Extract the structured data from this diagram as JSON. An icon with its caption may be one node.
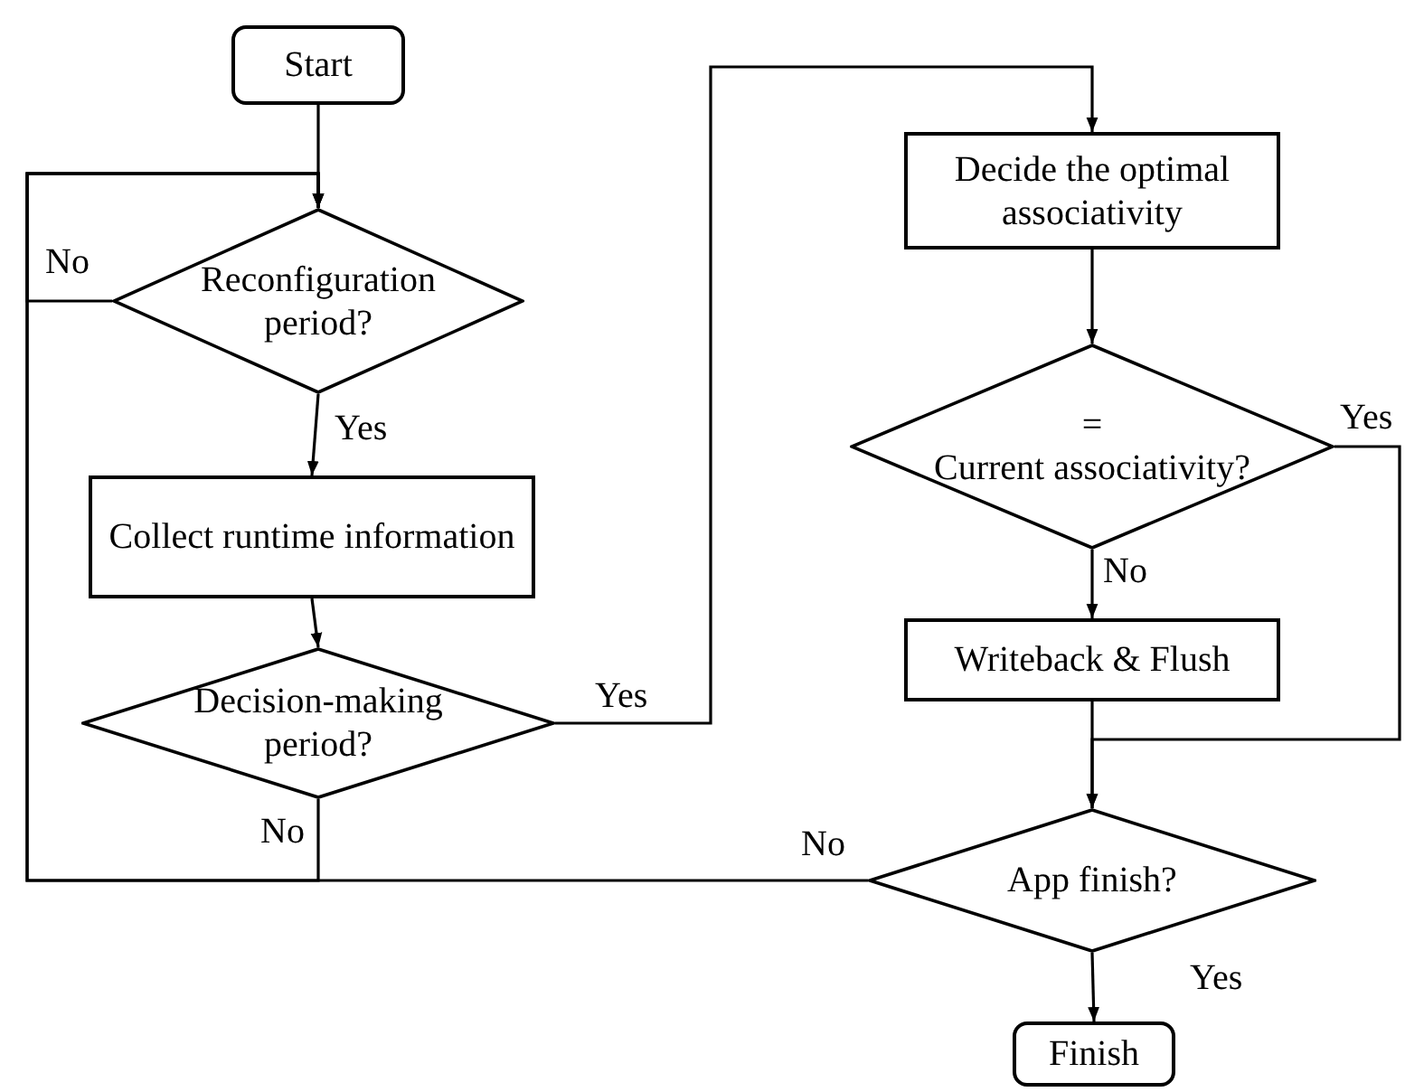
{
  "diagram": {
    "nodes": [
      {
        "text": [
          "Start"
        ]
      },
      {
        "text": [
          "Reconfiguration period?"
        ]
      },
      {
        "text": [
          "Collect runtime information"
        ]
      },
      {
        "text": [
          "Decision-making period?"
        ]
      },
      {
        "text": [
          "Decide the optimal associativity"
        ]
      },
      {
        "text": [
          "=",
          "Current associativity?"
        ]
      },
      {
        "text": [
          "Writeback & Flush"
        ]
      },
      {
        "text": [
          "App finish?"
        ]
      },
      {
        "text": [
          "Finish"
        ]
      }
    ],
    "edges": [
      {
        "from": 0,
        "to": 1,
        "arrow": "to"
      },
      {
        "from": 1,
        "to": 2,
        "arrow": "to",
        "label": "Yes"
      },
      {
        "from": 2,
        "to": 3,
        "arrow": "to"
      },
      {
        "from": 3,
        "to": 4,
        "arrow": "to",
        "label": "Yes"
      },
      {
        "from": 4,
        "to": 5,
        "arrow": "to"
      },
      {
        "from": 5,
        "to": 6,
        "arrow": "to",
        "label": "No"
      },
      {
        "from": 6,
        "to": 7,
        "arrow": "to"
      },
      {
        "from": 5,
        "to": 7,
        "arrow": "to",
        "label": "Yes"
      },
      {
        "from": 1,
        "to": 1,
        "arrow": "to",
        "label": "No"
      },
      {
        "from": 3,
        "to": 1,
        "arrow": "to",
        "label": "No"
      },
      {
        "from": 7,
        "to": 1,
        "arrow": "to",
        "label": "No"
      },
      {
        "from": 7,
        "to": 8,
        "arrow": "to",
        "label": "Yes"
      }
    ]
  }
}
